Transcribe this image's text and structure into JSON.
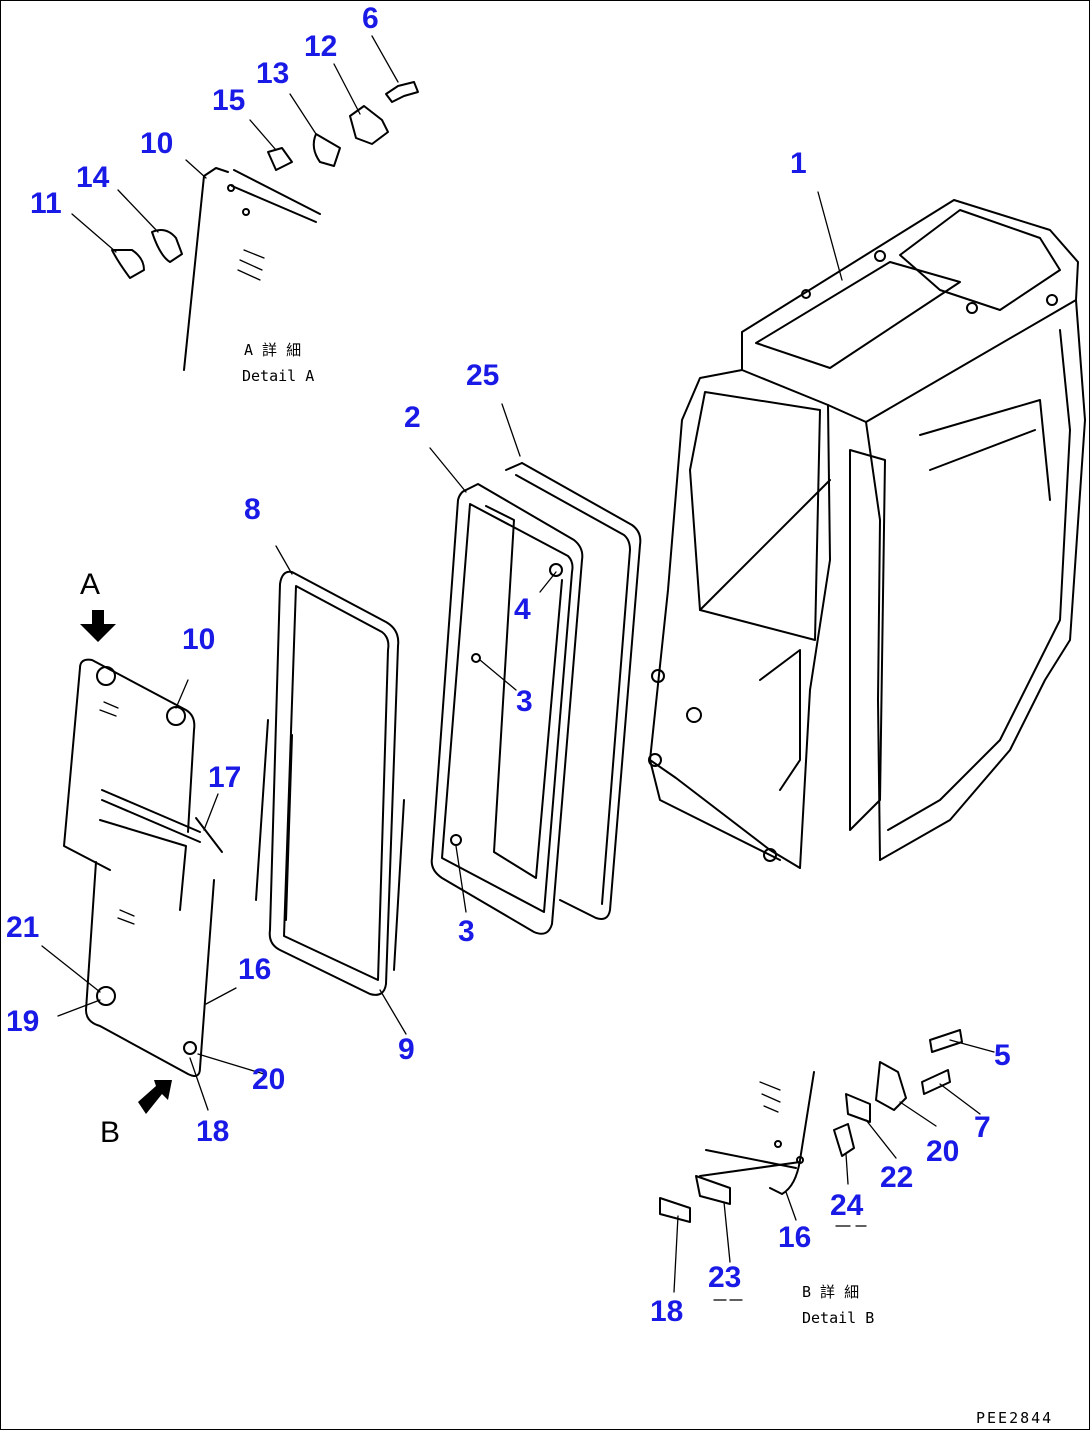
{
  "callouts": [
    {
      "n": "1"
    },
    {
      "n": "2"
    },
    {
      "n": "25"
    },
    {
      "n": "8"
    },
    {
      "n": "4"
    },
    {
      "n": "3"
    },
    {
      "n": "3"
    },
    {
      "n": "9"
    },
    {
      "n": "10"
    },
    {
      "n": "17"
    },
    {
      "n": "21"
    },
    {
      "n": "16"
    },
    {
      "n": "19"
    },
    {
      "n": "20"
    },
    {
      "n": "18"
    },
    {
      "n": "6"
    },
    {
      "n": "12"
    },
    {
      "n": "13"
    },
    {
      "n": "15"
    },
    {
      "n": "10"
    },
    {
      "n": "14"
    },
    {
      "n": "11"
    },
    {
      "n": "5"
    },
    {
      "n": "7"
    },
    {
      "n": "20"
    },
    {
      "n": "22"
    },
    {
      "n": "24"
    },
    {
      "n": "16"
    },
    {
      "n": "23"
    },
    {
      "n": "18"
    }
  ],
  "view_arrows": {
    "a": "A",
    "b": "B"
  },
  "detail_a": {
    "jp": "A 詳 細",
    "en": "Detail A"
  },
  "detail_b": {
    "jp": "B 詳 細",
    "en": "Detail B"
  },
  "drawing_code": "PEE2844",
  "colors": {
    "callout": "#1a1ae6",
    "line": "#000000"
  }
}
